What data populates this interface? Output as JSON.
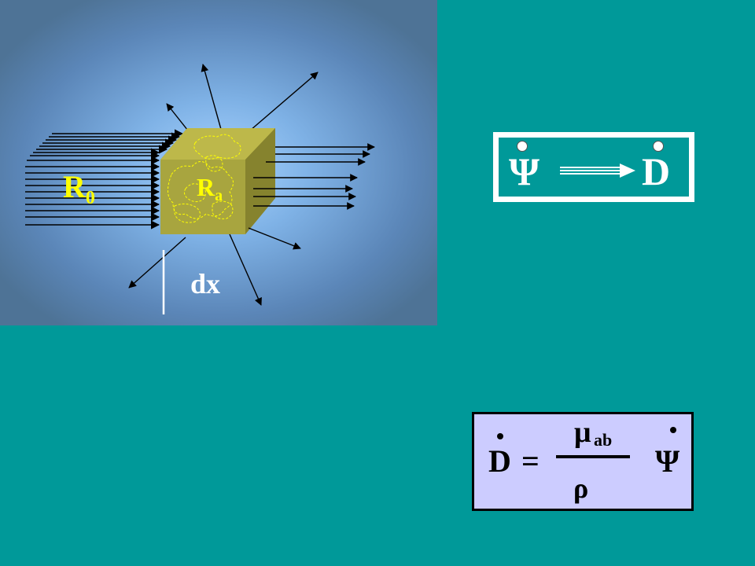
{
  "diagram": {
    "labels": {
      "incident": "R",
      "incident_sub": "0",
      "absorbed": "R",
      "absorbed_sub": "a",
      "thickness": "dx"
    },
    "colors": {
      "background": "#009999",
      "label_yellow": "#ffff00",
      "cube_face": "#a8a53f"
    }
  },
  "relation_box": {
    "left_symbol": "Ψ",
    "right_symbol": "D"
  },
  "formula_box": {
    "lhs": "D",
    "equals": "=",
    "numerator": "μ",
    "numerator_sub": "ab",
    "denominator": "ρ",
    "rhs": "Ψ",
    "background": "#ccccff"
  }
}
